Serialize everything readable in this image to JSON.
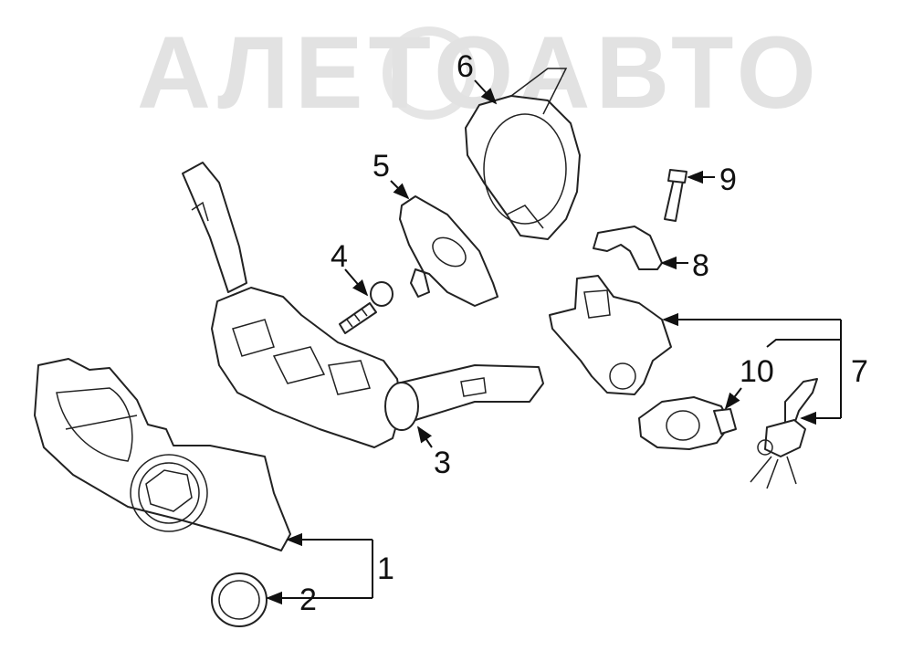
{
  "watermark": {
    "text": "АЛЕТОАВТО",
    "color": "#e2e2e2"
  },
  "callouts": [
    {
      "id": "1",
      "label": "1"
    },
    {
      "id": "2",
      "label": "2"
    },
    {
      "id": "3",
      "label": "3"
    },
    {
      "id": "4",
      "label": "4"
    },
    {
      "id": "5",
      "label": "5"
    },
    {
      "id": "6",
      "label": "6"
    },
    {
      "id": "7",
      "label": "7"
    },
    {
      "id": "8",
      "label": "8"
    },
    {
      "id": "9",
      "label": "9"
    },
    {
      "id": "10",
      "label": "10"
    }
  ]
}
